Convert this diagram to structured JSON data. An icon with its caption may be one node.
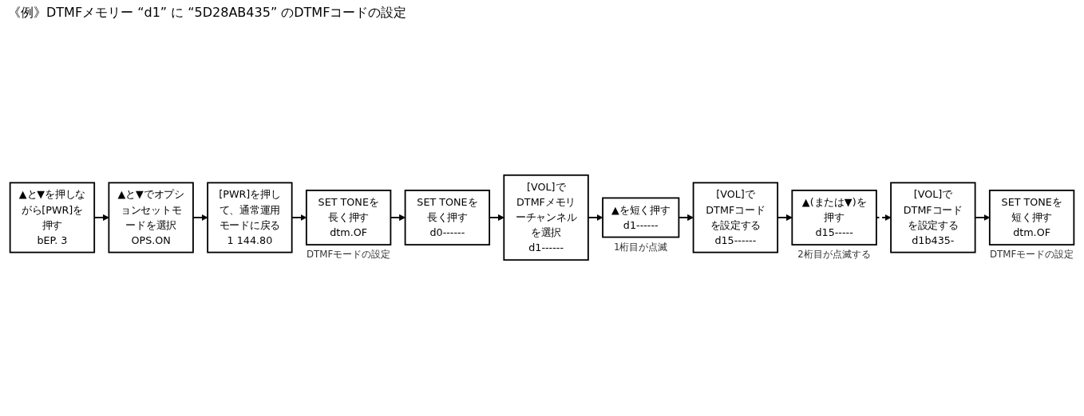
{
  "diagram": {
    "title": "《例》DTMFメモリー “d1” に “5D28AB435” のDTMFコードの設定",
    "nodes": [
      {
        "text": [
          "▲と▼を押しながら[PWR]を押す",
          "bEP. 3"
        ]
      },
      {
        "text": [
          "▲と▼でオプションセットモードを選択",
          "OPS.ON"
        ]
      },
      {
        "text": [
          "[PWR]を押して、通常運用モードに戻る",
          "1 144.80"
        ]
      },
      {
        "text": [
          "SET TONEを長く押す",
          "dtm.OF"
        ],
        "beside": [
          "DTMFモードの設定"
        ]
      },
      {
        "text": [
          "SET TONEを長く押す",
          "d0------"
        ]
      },
      {
        "text": [
          "[VOL]でDTMFメモリーチャンネルを選択",
          "d1------"
        ]
      },
      {
        "text": [
          "▲を短く押す",
          "d1------"
        ],
        "beside": [
          "1桁目が点滅"
        ]
      },
      {
        "text": [
          "[VOL]でDTMFコードを設定する",
          "d15------"
        ]
      },
      {
        "text": [
          "▲(または▼)を押す",
          "d15-----"
        ],
        "beside": [
          "2桁目が点滅する"
        ]
      },
      {
        "text": [
          "[VOL]でDTMFコードを設定する",
          "d1b435-"
        ]
      },
      {
        "text": [
          "SET TONEを短く押す",
          "dtm.OF"
        ],
        "beside": [
          "DTMFモードの設定"
        ]
      }
    ],
    "edges": [
      {
        "from": 0,
        "to": 1,
        "arrow": "to"
      },
      {
        "from": 1,
        "to": 2,
        "arrow": "to"
      },
      {
        "from": 2,
        "to": 3,
        "arrow": "to"
      },
      {
        "from": 3,
        "to": 4,
        "arrow": "to"
      },
      {
        "from": 4,
        "to": 5,
        "arrow": "to"
      },
      {
        "from": 5,
        "to": 6,
        "arrow": "to"
      },
      {
        "from": 6,
        "to": 7,
        "arrow": "to"
      },
      {
        "from": 7,
        "to": 8,
        "arrow": "to"
      },
      {
        "from": 8,
        "to": 9,
        "arrow": "to",
        "style": "dashed"
      },
      {
        "from": 9,
        "to": 10,
        "arrow": "to"
      }
    ]
  }
}
